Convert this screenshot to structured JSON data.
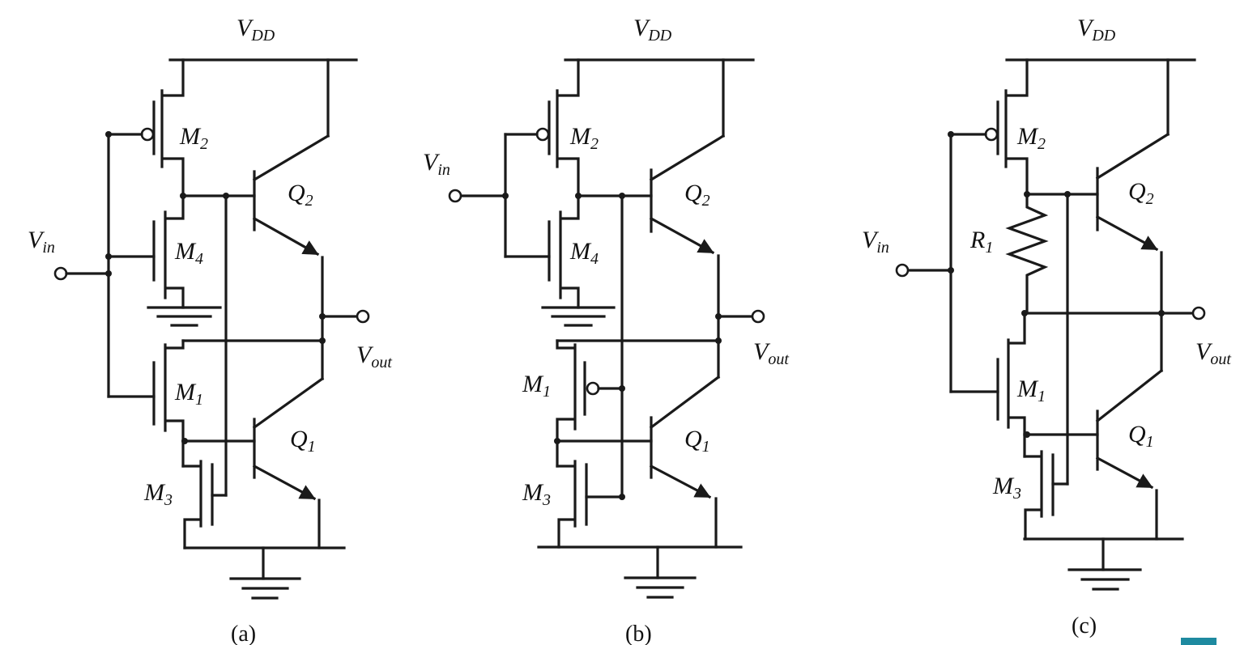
{
  "panels": [
    {
      "id": "a",
      "caption": "(a)",
      "supply": {
        "main": "V",
        "sub": "DD"
      },
      "input": {
        "main": "V",
        "sub": "in"
      },
      "output": {
        "main": "V",
        "sub": "out"
      },
      "transistors": [
        {
          "main": "M",
          "sub": "2"
        },
        {
          "main": "M",
          "sub": "4"
        },
        {
          "main": "M",
          "sub": "1"
        },
        {
          "main": "M",
          "sub": "3"
        },
        {
          "main": "Q",
          "sub": "2"
        },
        {
          "main": "Q",
          "sub": "1"
        }
      ]
    },
    {
      "id": "b",
      "caption": "(b)",
      "supply": {
        "main": "V",
        "sub": "DD"
      },
      "input": {
        "main": "V",
        "sub": "in"
      },
      "output": {
        "main": "V",
        "sub": "out"
      },
      "transistors": [
        {
          "main": "M",
          "sub": "2"
        },
        {
          "main": "M",
          "sub": "4"
        },
        {
          "main": "M",
          "sub": "1"
        },
        {
          "main": "M",
          "sub": "3"
        },
        {
          "main": "Q",
          "sub": "2"
        },
        {
          "main": "Q",
          "sub": "1"
        }
      ]
    },
    {
      "id": "c",
      "caption": "(c)",
      "supply": {
        "main": "V",
        "sub": "DD"
      },
      "input": {
        "main": "V",
        "sub": "in"
      },
      "output": {
        "main": "V",
        "sub": "out"
      },
      "transistors": [
        {
          "main": "M",
          "sub": "2"
        },
        {
          "main": "R",
          "sub": "1"
        },
        {
          "main": "M",
          "sub": "1"
        },
        {
          "main": "M",
          "sub": "3"
        },
        {
          "main": "Q",
          "sub": "2"
        },
        {
          "main": "Q",
          "sub": "1"
        }
      ]
    }
  ],
  "colors": {
    "wire": "#1a1a1a",
    "corner_mark": "#1e8aa0"
  }
}
